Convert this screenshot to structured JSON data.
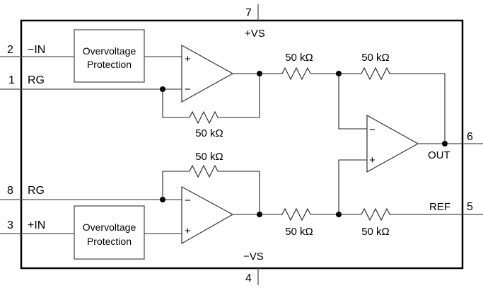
{
  "diagram": {
    "type": "instrumentation-amplifier-block-diagram",
    "pins": [
      {
        "number": "2",
        "name": "−IN"
      },
      {
        "number": "1",
        "name": "RG"
      },
      {
        "number": "8",
        "name": "RG"
      },
      {
        "number": "3",
        "name": "+IN"
      },
      {
        "number": "7",
        "name": "+VS"
      },
      {
        "number": "4",
        "name": "−VS"
      },
      {
        "number": "6",
        "name": "OUT"
      },
      {
        "number": "5",
        "name": "REF"
      }
    ],
    "blocks": {
      "ovp_top": {
        "line1": "Overvoltage",
        "line2": "Protection"
      },
      "ovp_bottom": {
        "line1": "Overvoltage",
        "line2": "Protection"
      }
    },
    "resistors": {
      "r_fb_top": "50 kΩ",
      "r_fb_bottom": "50 kΩ",
      "r_in_top": "50 kΩ",
      "r_fb_out": "50 kΩ",
      "r_in_bottom": "50 kΩ",
      "r_ref": "50 kΩ"
    },
    "opamp_signs": {
      "plus": "+",
      "minus": "−"
    }
  }
}
